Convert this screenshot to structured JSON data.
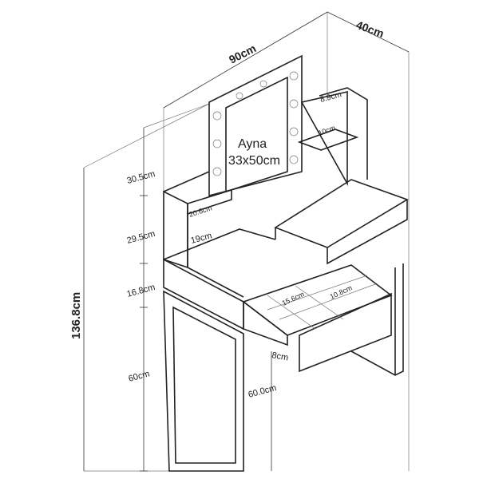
{
  "title": "Dressing table dimensions",
  "mirror": {
    "name": "Ayna",
    "size": "33x50cm"
  },
  "dimensions": {
    "width": "90cm",
    "depth": "40cm",
    "total_height": "136.8cm",
    "hutch_top": "30.5cm",
    "hutch_mid": "29.5cm",
    "top_band": "16.8cm",
    "leg_height_left": "60cm",
    "leg_height_right": "60.0cm",
    "shelf_right_gap": "8.9cm",
    "shelf_right_depth": "10cm",
    "shelf_left_width": "20.6cm",
    "shelf_left_height": "19cm",
    "drawer_compartment_a": "15.6cm",
    "drawer_compartment_b": "10.8cm",
    "drawer_height": "8cm"
  }
}
